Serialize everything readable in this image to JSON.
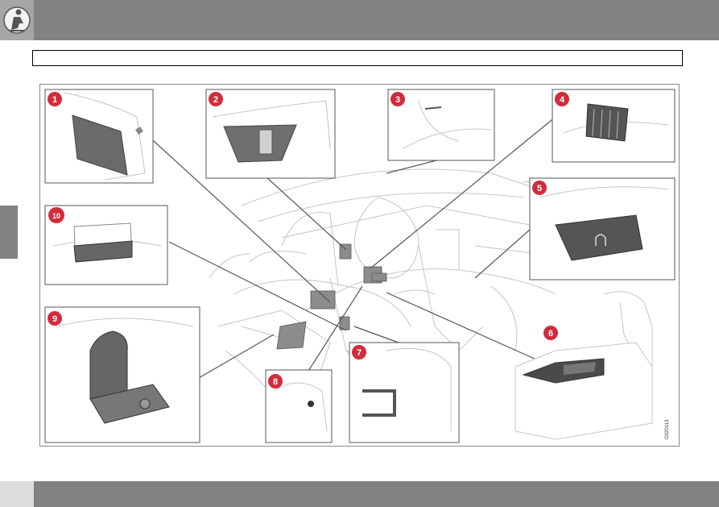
{
  "header": {
    "chapter_icon": "seat-occupant-icon",
    "section_heading": ""
  },
  "illustration": {
    "reference_code": "G020113",
    "callouts": [
      "1",
      "2",
      "3",
      "4",
      "5",
      "6",
      "7",
      "8",
      "9",
      "10"
    ]
  },
  "colors": {
    "bar": "#828282",
    "badge": "#d12c3b",
    "line_art": "#bfbfbf",
    "dark_part": "#555555"
  }
}
